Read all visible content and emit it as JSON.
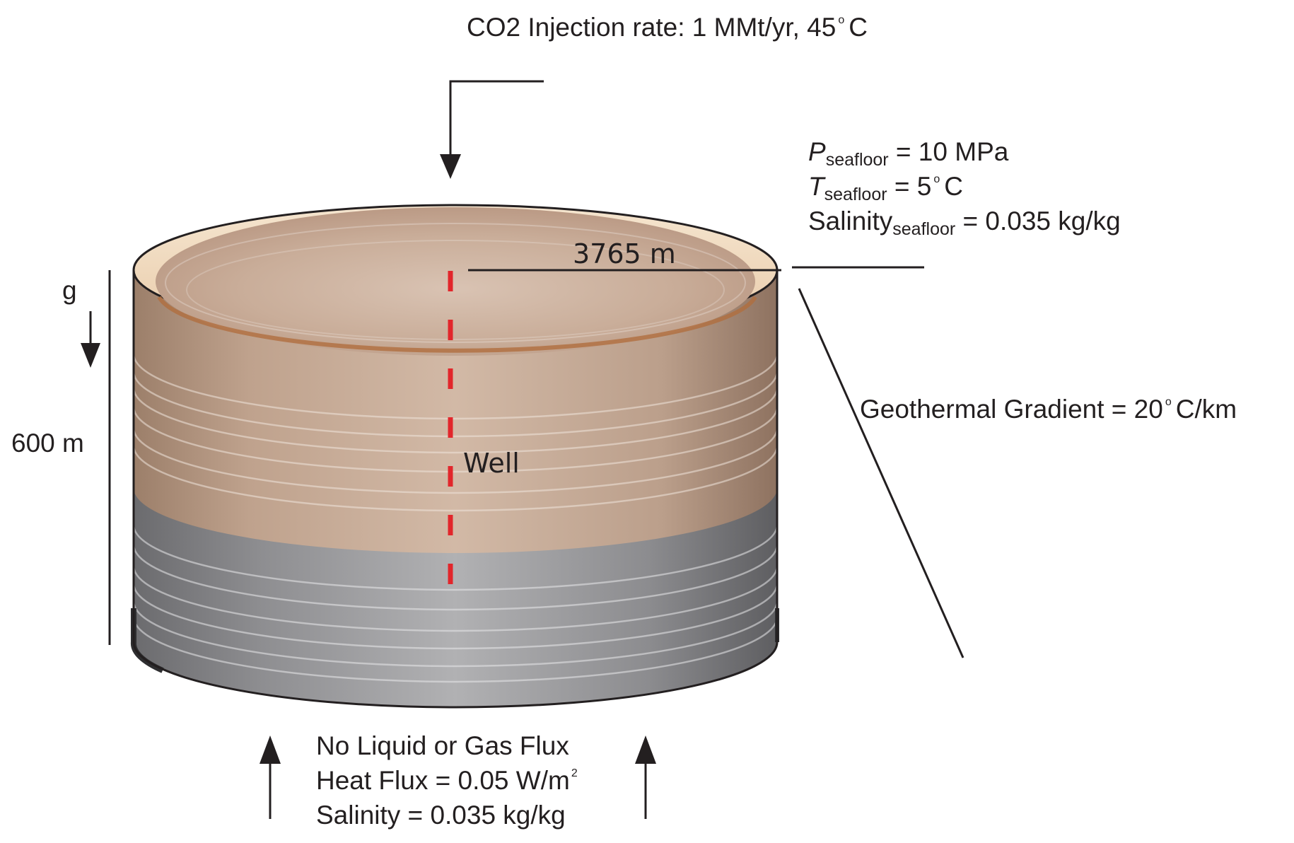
{
  "top": {
    "injection": "CO2 Injection rate: 1 MMt/yr, 45",
    "injection_unit": "C"
  },
  "seafloor": {
    "p_symbol": "P",
    "p_sub": "seafloor",
    "p_value": " = 10 MPa",
    "t_symbol": "T",
    "t_sub": "seafloor",
    "t_value": " = 5",
    "t_unit": "C",
    "s_label": "Salinity",
    "s_sub": "seafloor",
    "s_value": " = 0.035 kg/kg"
  },
  "geothermal": {
    "label": "Geothermal Gradient = 20",
    "unit": "C/km"
  },
  "radius": {
    "label": "3765 m"
  },
  "depth": {
    "label": "600 m",
    "gravity": "g"
  },
  "well": {
    "label": "Well"
  },
  "bottom": {
    "line1": "No Liquid or Gas Flux",
    "line2": "Heat Flux = 0.05 W/m",
    "line2_sup": "2",
    "line3": "Salinity = 0.035 kg/kg"
  },
  "colors": {
    "sediment_upper": "#c2a593",
    "sediment_lower": "#9b9b9d",
    "rim": "#f2dcc0",
    "well_line": "#e2262b",
    "ink": "#231f20"
  },
  "icons": [
    "arrow-down-icon",
    "arrow-up-icon",
    "gravity-arrow-icon"
  ]
}
